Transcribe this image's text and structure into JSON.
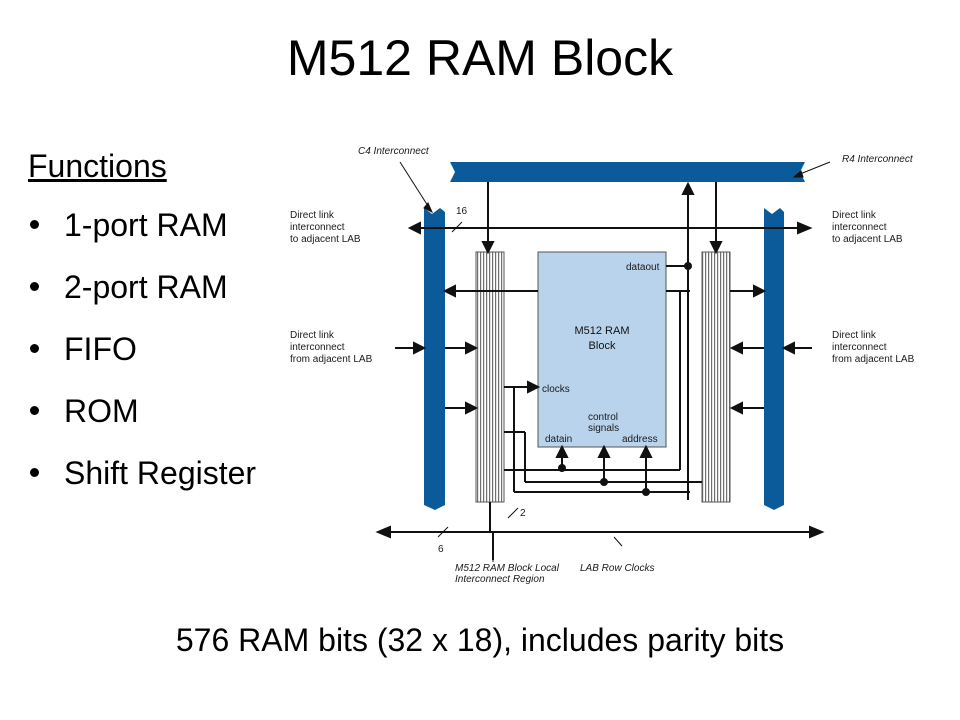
{
  "slide": {
    "title": "M512 RAM Block",
    "functions_heading": "Functions",
    "functions": [
      "1-port RAM",
      "2-port RAM",
      "FIFO",
      "ROM",
      "Shift Register"
    ],
    "caption": "576 RAM bits (32 x 18), includes parity bits"
  },
  "diagram": {
    "c4_interconnect": "C4 Interconnect",
    "r4_interconnect": "R4 Interconnect",
    "direct_to_left": [
      "Direct link",
      "interconnect",
      "to adjacent LAB"
    ],
    "direct_to_right": [
      "Direct link",
      "interconnect",
      "to adjacent LAB"
    ],
    "direct_from_left": [
      "Direct link",
      "interconnect",
      "from adjacent LAB"
    ],
    "direct_from_right": [
      "Direct link",
      "interconnect",
      "from adjacent LAB"
    ],
    "block_line1": "M512 RAM",
    "block_line2": "Block",
    "port_dataout": "dataout",
    "port_clocks": "clocks",
    "port_control1": "control",
    "port_control2": "signals",
    "port_datain": "datain",
    "port_address": "address",
    "bus_16": "16",
    "bus_2": "2",
    "bus_6": "6",
    "local_region_1": "M512 RAM Block Local",
    "local_region_2": "Interconnect Region",
    "lab_row_clocks": "LAB Row Clocks",
    "colors": {
      "interconnect_blue": "#0b5a9a",
      "block_fill": "#b9d3ec",
      "line": "#222222"
    }
  }
}
